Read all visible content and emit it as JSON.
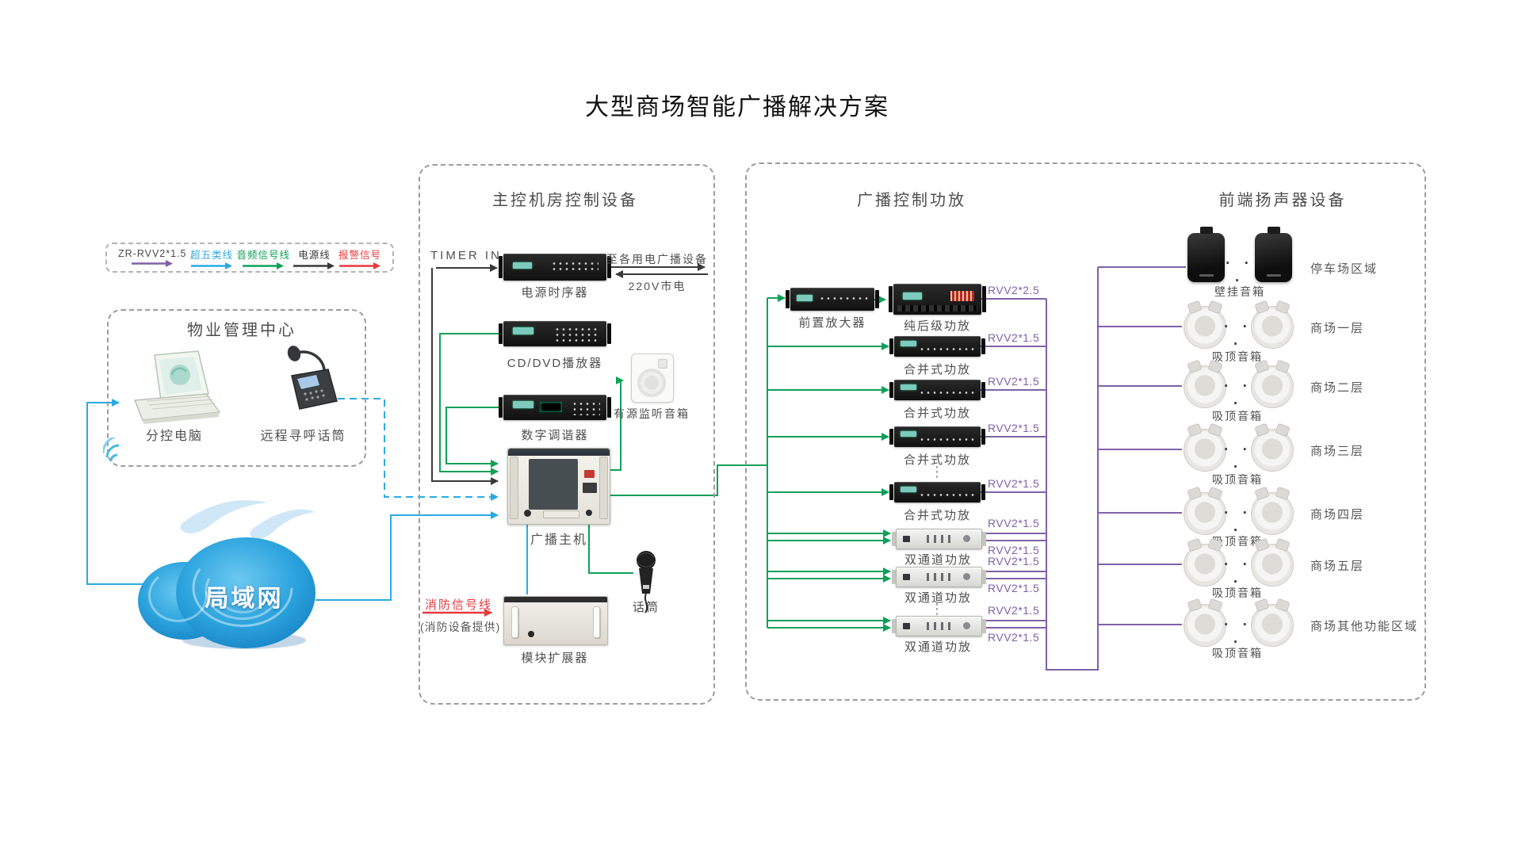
{
  "title": "大型商场智能广播解决方案",
  "legend": {
    "items": [
      {
        "label": "ZR-RVV2*1.5",
        "text_color": "#4a4a4a",
        "arrow_color": "#8061a8"
      },
      {
        "label": "超五类线",
        "text_color": "#29abe2",
        "arrow_color": "#29abe2"
      },
      {
        "label": "音频信号线",
        "text_color": "#0fa058",
        "arrow_color": "#0fa058"
      },
      {
        "label": "电源线",
        "text_color": "#3a3a3a",
        "arrow_color": "#3a3a3a"
      },
      {
        "label": "报警信号",
        "text_color": "#e8393d",
        "arrow_color": "#e8393d"
      }
    ]
  },
  "management": {
    "title": "物业管理中心",
    "computer": "分控电脑",
    "paging_mic": "远程寻呼话筒"
  },
  "lan": {
    "label": "局域网"
  },
  "control_room": {
    "title": "主控机房控制设备",
    "timer_in": "TIMER IN",
    "power_sequencer": "电源时序器",
    "to_broadcast_devices": "至各用电广播设备",
    "mains_power": "220V市电",
    "cd_dvd_player": "CD/DVD播放器",
    "digital_tuner": "数字调谐器",
    "monitor_speaker": "有源监听音箱",
    "broadcast_host": "广播主机",
    "microphone": "话筒",
    "fire_signal_line": "消防信号线",
    "fire_signal_note": "(消防设备提供)",
    "module_expander": "模块扩展器"
  },
  "amplifier_section": {
    "title": "广播控制功放",
    "preamp_label": "前置放大器",
    "power_amp_label": "纯后级功放",
    "power_amp_cable": "RVV2*2.5",
    "combined_amps": [
      {
        "label": "合并式功放",
        "cable": "RVV2*1.5"
      },
      {
        "label": "合并式功放",
        "cable": "RVV2*1.5"
      },
      {
        "label": "合并式功放",
        "cable": "RVV2*1.5"
      },
      {
        "label": "合并式功放",
        "cable": "RVV2*1.5"
      }
    ],
    "dual_amps": [
      {
        "label": "双通道功放",
        "cable_top": "RVV2*1.5",
        "cable_bottom": "RVV2*1.5"
      },
      {
        "label": "双通道功放",
        "cable_top": "RVV2*1.5",
        "cable_bottom": "RVV2*1.5"
      },
      {
        "label": "双通道功放",
        "cable_top": "RVV2*1.5",
        "cable_bottom": "RVV2*1.5"
      }
    ],
    "ellipsis": "⋮"
  },
  "speaker_section": {
    "title": "前端扬声器设备",
    "dots": "· · ·",
    "rows": [
      {
        "area": "停车场区域",
        "type": "壁挂音箱"
      },
      {
        "area": "商场一层",
        "type": "吸顶音箱"
      },
      {
        "area": "商场二层",
        "type": "吸顶音箱"
      },
      {
        "area": "商场三层",
        "type": "吸顶音箱"
      },
      {
        "area": "商场四层",
        "type": "吸顶音箱"
      },
      {
        "area": "商场五层",
        "type": "吸顶音箱"
      },
      {
        "area": "商场其他功能区域",
        "type": "吸顶音箱"
      }
    ]
  },
  "colors": {
    "audio_green": "#0fa058",
    "network_blue": "#29abe2",
    "speaker_purple": "#8061a8",
    "alarm_red": "#e8393d",
    "power_black": "#3a3a3a"
  }
}
